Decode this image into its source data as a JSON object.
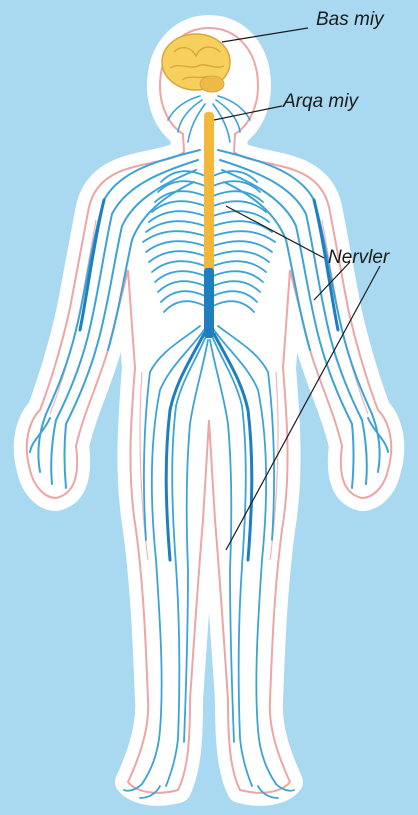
{
  "labels": {
    "brain": "Bas miy",
    "spinal_cord": "Arqa miy",
    "nerves": "Nervler"
  },
  "colors": {
    "background": "#a9d9f1",
    "silhouette": "#ffffff",
    "skin_outline": "#eda5a5",
    "nerve": "#3ba3d8",
    "nerve_dark": "#1e7fbf",
    "spinal_cord": "#f3b83a",
    "brain": "#f7cf5d",
    "leader_line": "#1a1a1a"
  }
}
